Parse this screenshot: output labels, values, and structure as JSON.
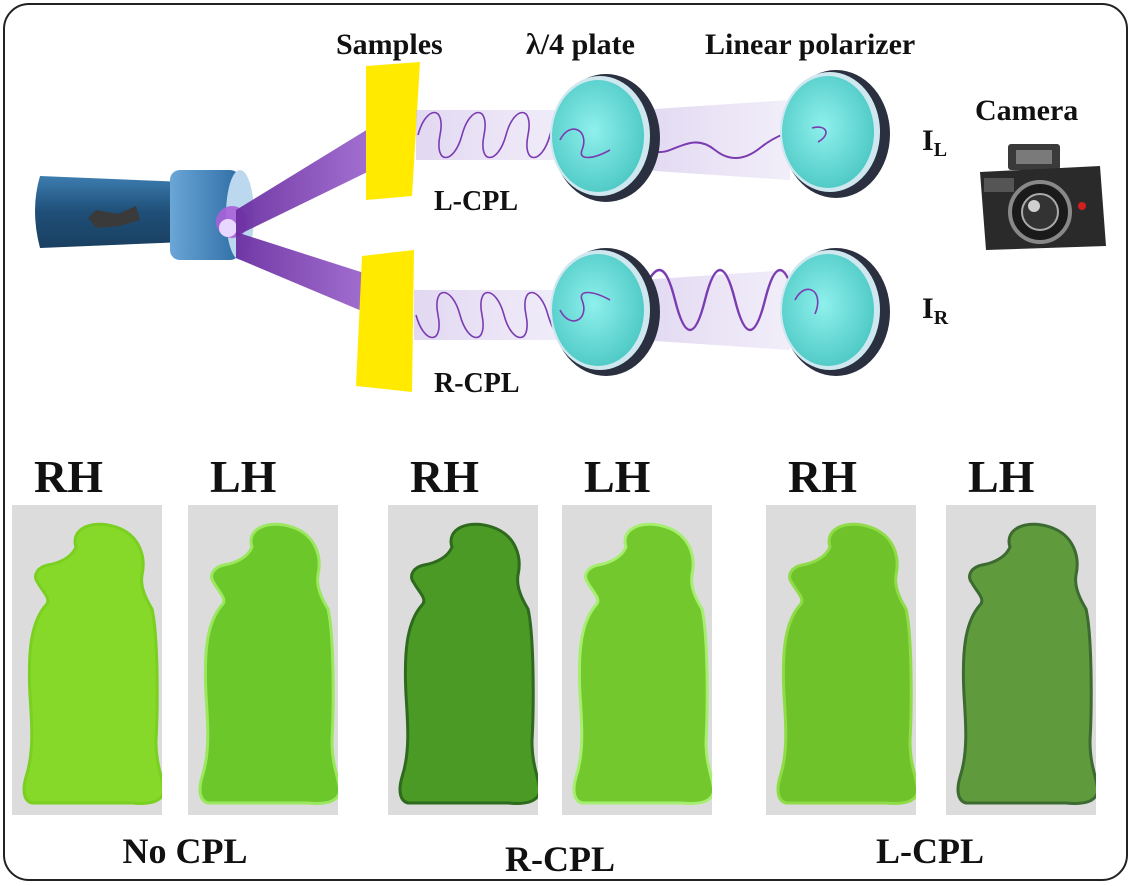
{
  "setup": {
    "labels": {
      "samples": "Samples",
      "plate": "λ/4 plate",
      "polarizer": "Linear polarizer",
      "camera": "Camera",
      "lcpl": "L-CPL",
      "rcpl": "R-CPL",
      "il_main": "I",
      "il_sub": "L",
      "ir_main": "I",
      "ir_sub": "R"
    }
  },
  "panels": [
    {
      "condition": "No CPL",
      "tiles": [
        {
          "hand": "RH",
          "fill": "#86d829",
          "outline": "#7ad020"
        },
        {
          "hand": "LH",
          "fill": "#6cc82a",
          "outline": "#9be860"
        }
      ]
    },
    {
      "condition": "R-CPL",
      "tiles": [
        {
          "hand": "RH",
          "fill": "#4a9a25",
          "outline": "#2e6a1e"
        },
        {
          "hand": "LH",
          "fill": "#72c82c",
          "outline": "#a6ee70"
        }
      ]
    },
    {
      "condition": "L-CPL",
      "tiles": [
        {
          "hand": "RH",
          "fill": "#70c22a",
          "outline": "#8fdc48"
        },
        {
          "hand": "LH",
          "fill": "#5f9a3c",
          "outline": "#3c6a30"
        }
      ]
    }
  ],
  "colors": {
    "beam": "#8a4fc0",
    "sample": "#ffea00",
    "lens": "#63dcd8",
    "lens_rim": "#2a3040",
    "flashlight": "#2a5d86",
    "wave": "#7a3cb0"
  }
}
